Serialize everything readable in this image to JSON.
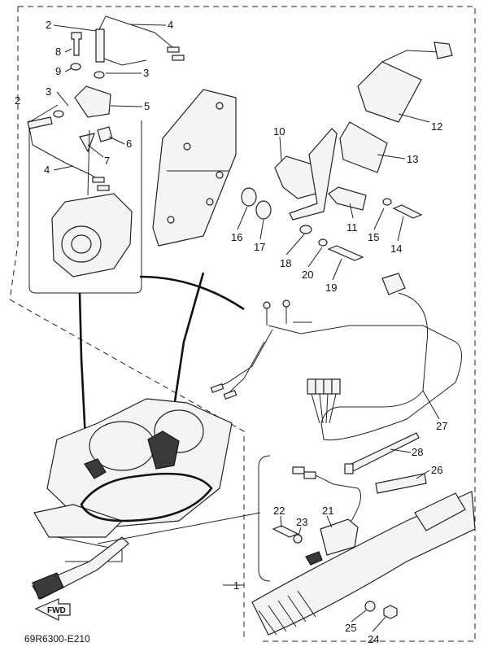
{
  "diagram": {
    "code": "69R6300-E210",
    "fwd_label": "FWD",
    "callouts": [
      "1",
      "2",
      "3",
      "4",
      "5",
      "6",
      "7",
      "8",
      "9",
      "10",
      "11",
      "12",
      "13",
      "14",
      "15",
      "16",
      "17",
      "18",
      "19",
      "20",
      "21",
      "22",
      "23",
      "24",
      "25",
      "26",
      "27",
      "28"
    ]
  }
}
